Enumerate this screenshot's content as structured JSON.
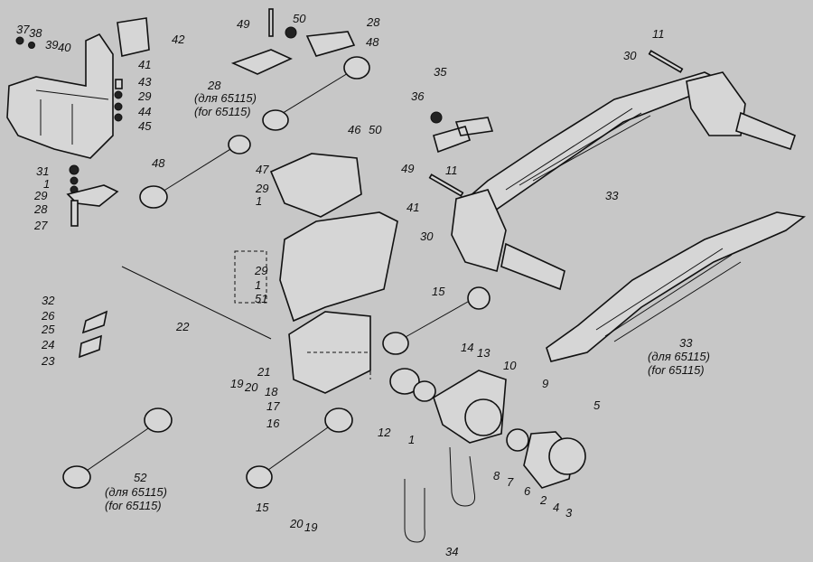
{
  "title": "Front suspension exploded view",
  "background_color": "#c7c7c7",
  "labels": [
    "37",
    "38",
    "39",
    "40",
    "42",
    "41",
    "43",
    "29",
    "44",
    "45",
    "31",
    "1",
    "29",
    "28",
    "27",
    "48",
    "49",
    "50",
    "28",
    "48",
    "28",
    "(для 65115)",
    "(for 65115)",
    "47",
    "29",
    "1",
    "46",
    "50",
    "49",
    "41",
    "36",
    "35",
    "11",
    "30",
    "11",
    "30",
    "33",
    "33",
    "(для 65115)",
    "(for 65115)",
    "32",
    "26",
    "25",
    "24",
    "23",
    "22",
    "29",
    "1",
    "51",
    "15",
    "14",
    "13",
    "10",
    "21",
    "19",
    "20",
    "18",
    "17",
    "16",
    "12",
    "1",
    "9",
    "5",
    "8",
    "7",
    "6",
    "2",
    "4",
    "3",
    "52",
    "(для 65115)",
    "(for 65115)",
    "15",
    "20",
    "19",
    "34"
  ]
}
